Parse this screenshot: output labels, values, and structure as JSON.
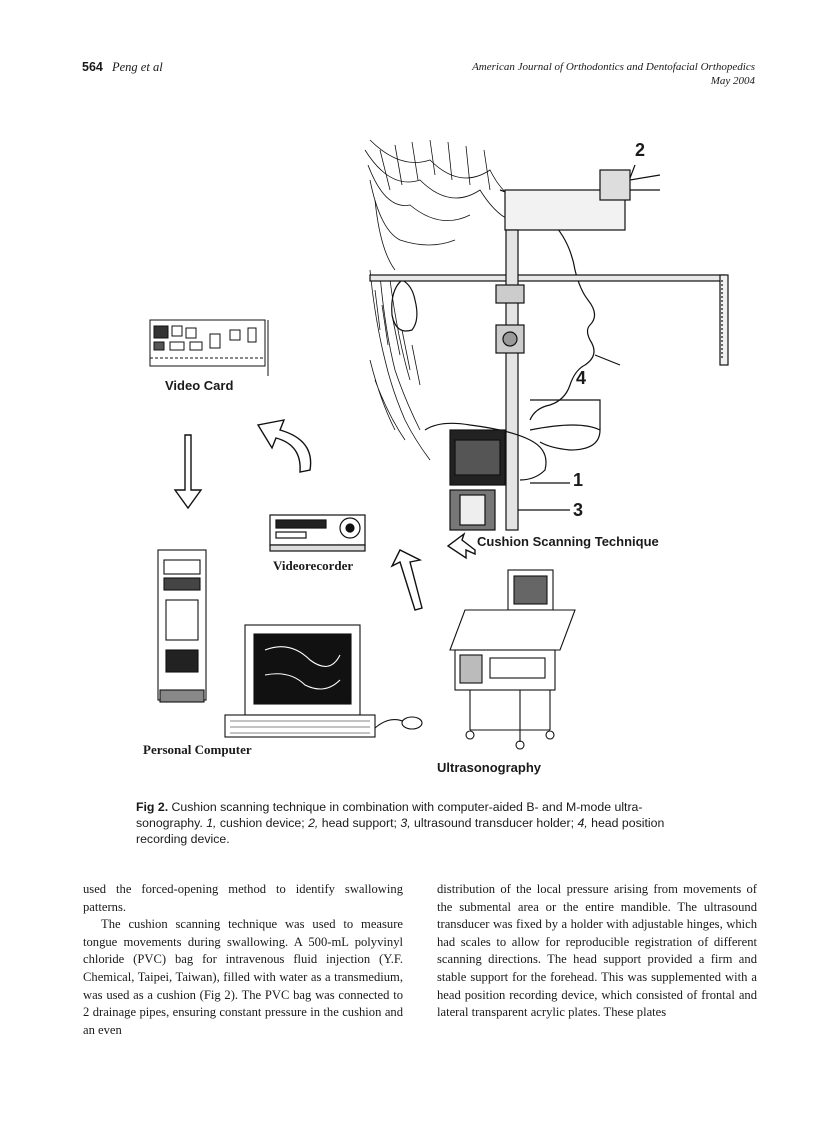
{
  "header": {
    "page_number": "564",
    "authors": "Peng et al",
    "journal": "American Journal of Orthodontics and Dentofacial Orthopedics",
    "date": "May 2004"
  },
  "figure": {
    "labels": {
      "video_card": "Video Card",
      "videorecorder": "Videorecorder",
      "personal_computer": "Personal Computer",
      "ultrasonography": "Ultrasonography",
      "cushion_scanning": "Cushion Scanning Technique"
    },
    "numbers": {
      "n1": "1",
      "n2": "2",
      "n3": "3",
      "n4": "4"
    }
  },
  "caption": {
    "fig_label": "Fig 2.",
    "t1": " Cushion scanning technique in combination with computer-aided B- and M-mode ultra-sonography. ",
    "i1": "1,",
    "t2": " cushion device; ",
    "i2": "2,",
    "t3": " head support; ",
    "i3": "3,",
    "t4": " ultrasound transducer holder; ",
    "i4": "4,",
    "t5": " head position recording device."
  },
  "body": {
    "left_p1": "used the forced-opening method to identify swallowing patterns.",
    "left_p2": "The cushion scanning technique was used to measure tongue movements during swallowing. A 500-mL polyvinyl chloride (PVC) bag for intravenous fluid injection (Y.F. Chemical, Taipei, Taiwan), filled with water as a transmedium, was used as a cushion (Fig 2). The PVC bag was connected to 2 drainage pipes, ensuring constant pressure in the cushion and an even",
    "right_p1": "distribution of the local pressure arising from movements of the submental area or the entire mandible. The ultrasound transducer was fixed by a holder with adjustable hinges, which had scales to allow for reproducible registration of different scanning directions. The head support provided a firm and stable support for the forehead. This was supplemented with a head position recording device, which consisted of frontal and lateral transparent acrylic plates. These plates"
  }
}
